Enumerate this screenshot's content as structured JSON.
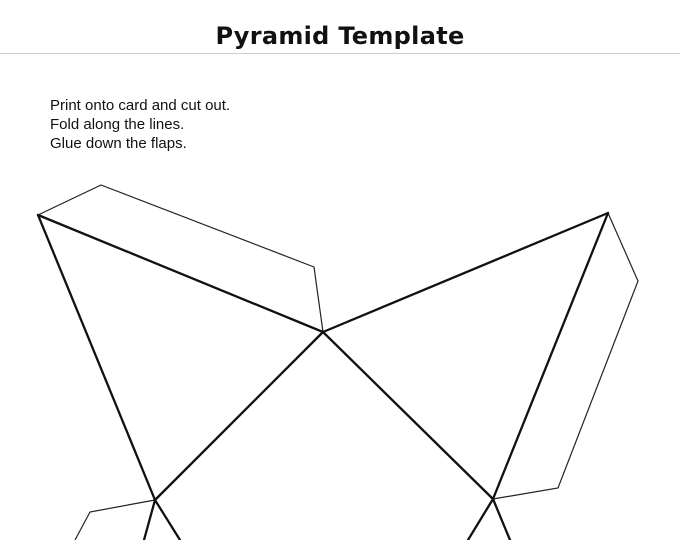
{
  "page": {
    "title": "Pyramid Template"
  },
  "instructions": [
    "Print onto card and cut out.",
    "Fold along the lines.",
    "Glue down the flaps."
  ]
}
